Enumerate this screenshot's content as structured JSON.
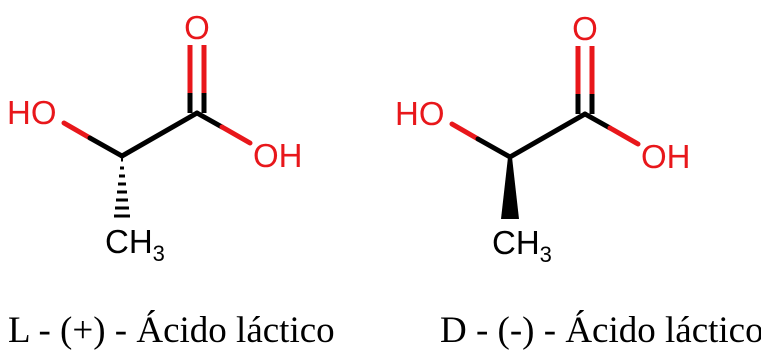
{
  "colors": {
    "bond": "#000000",
    "heteroatom": "#e8171b",
    "text": "#000000",
    "background": "#ffffff"
  },
  "molecules": [
    {
      "caption": "L - (+) - Ácido láctico",
      "stereo_bond": "hashed-wedge",
      "atoms": {
        "carbonyl_o": "O",
        "hydroxyl": "HO",
        "acid_oh": "OH",
        "methyl_main": "CH",
        "methyl_sub": "3"
      }
    },
    {
      "caption": "D - (-) - Ácido láctico",
      "stereo_bond": "solid-wedge",
      "atoms": {
        "carbonyl_o": "O",
        "hydroxyl": "HO",
        "acid_oh": "OH",
        "methyl_main": "CH",
        "methyl_sub": "3"
      }
    }
  ]
}
